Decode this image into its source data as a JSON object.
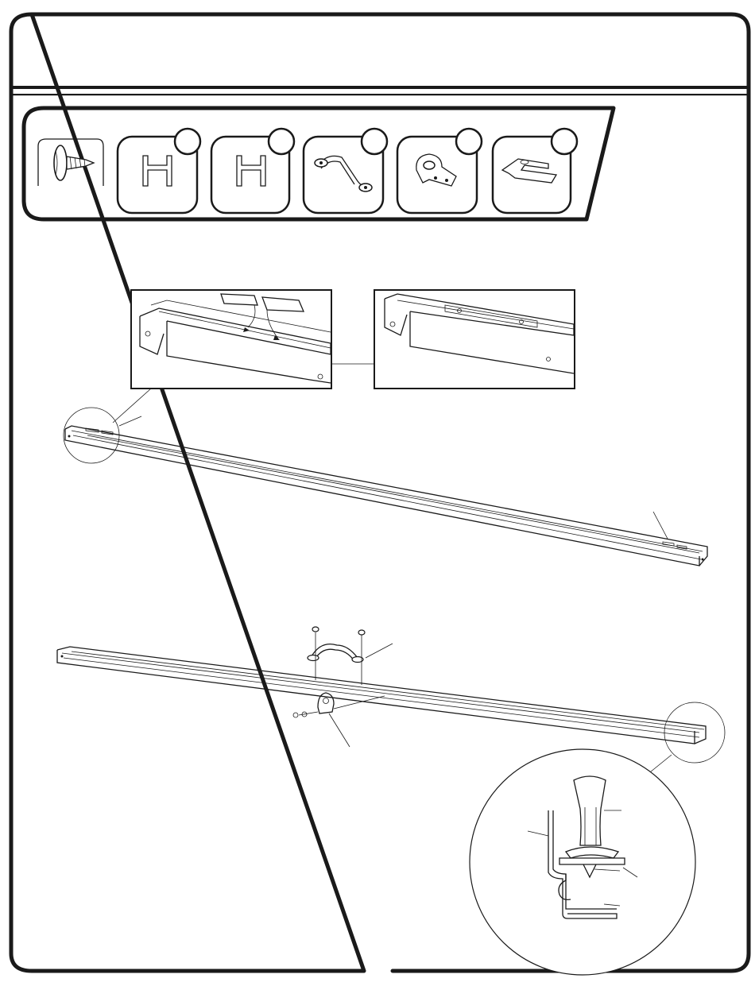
{
  "page": {
    "header_text": "",
    "parts_panel": {
      "items": [
        {
          "icon": "screw-icon",
          "has_badge": false
        },
        {
          "icon": "bracket-a-icon",
          "has_badge": true
        },
        {
          "icon": "bracket-b-icon",
          "has_badge": true
        },
        {
          "icon": "handle-icon",
          "has_badge": true
        },
        {
          "icon": "mounting-plate-icon",
          "has_badge": true
        },
        {
          "icon": "spring-clip-icon",
          "has_badge": true
        }
      ]
    },
    "figures": [
      {
        "name": "clip-insertion-detail",
        "kind": "inset"
      },
      {
        "name": "clip-installed-detail",
        "kind": "inset"
      },
      {
        "name": "rail-with-clips",
        "kind": "assembly"
      },
      {
        "name": "rail-with-handle",
        "kind": "assembly"
      },
      {
        "name": "end-cross-section-detail",
        "kind": "callout"
      }
    ],
    "colors": {
      "ink": "#1a1a1a",
      "paper": "#ffffff"
    }
  }
}
